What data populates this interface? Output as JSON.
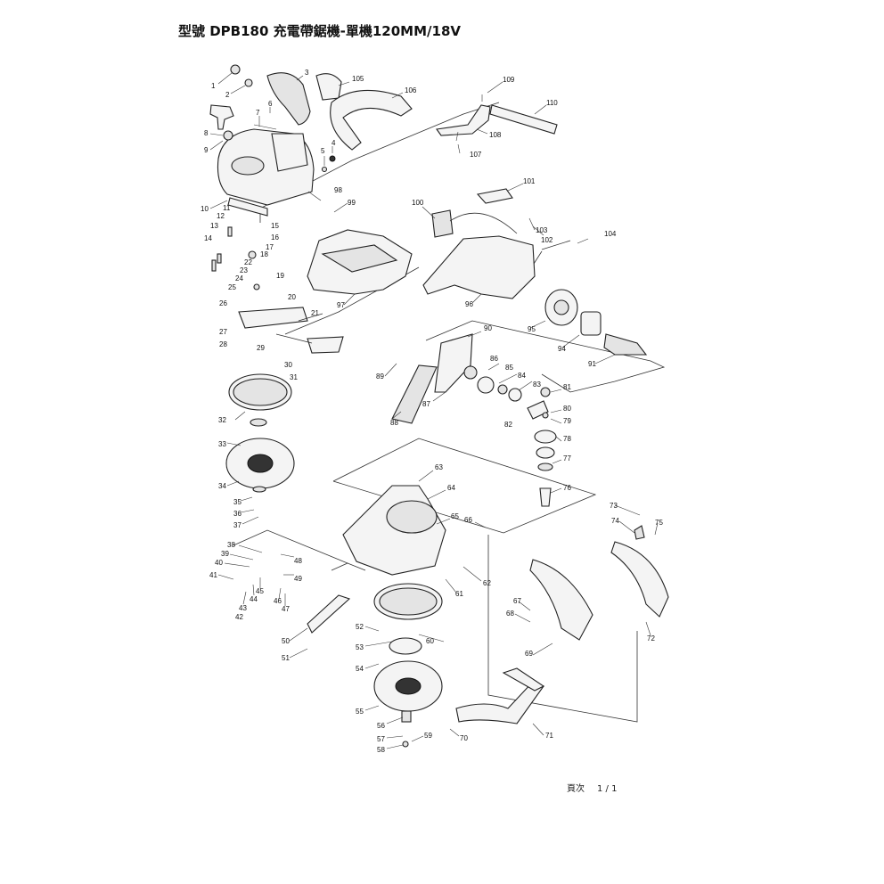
{
  "header": {
    "title": "型號 DPB180  充電帶鋸機-單機120MM/18V"
  },
  "footer": {
    "page_label": "頁次",
    "page_value": "1 / 1"
  },
  "part_numbers": [
    "1",
    "2",
    "3",
    "4",
    "5",
    "6",
    "7",
    "8",
    "9",
    "10",
    "11",
    "12",
    "13",
    "14",
    "15",
    "16",
    "17",
    "18",
    "19",
    "20",
    "21",
    "22",
    "23",
    "24",
    "25",
    "26",
    "27",
    "28",
    "29",
    "30",
    "31",
    "32",
    "33",
    "34",
    "35",
    "36",
    "37",
    "38",
    "39",
    "40",
    "41",
    "42",
    "43",
    "44",
    "45",
    "46",
    "47",
    "48",
    "49",
    "50",
    "51",
    "52",
    "53",
    "54",
    "55",
    "56",
    "57",
    "58",
    "59",
    "60",
    "61",
    "62",
    "63",
    "64",
    "65",
    "66",
    "67",
    "68",
    "69",
    "70",
    "71",
    "72",
    "73",
    "74",
    "75",
    "76",
    "77",
    "78",
    "79",
    "80",
    "81",
    "82",
    "83",
    "84",
    "85",
    "86",
    "87",
    "88",
    "89",
    "90",
    "91",
    "94",
    "95",
    "96",
    "97",
    "98",
    "99",
    "100",
    "101",
    "102",
    "103",
    "104",
    "105",
    "106",
    "107",
    "108",
    "109",
    "110"
  ]
}
